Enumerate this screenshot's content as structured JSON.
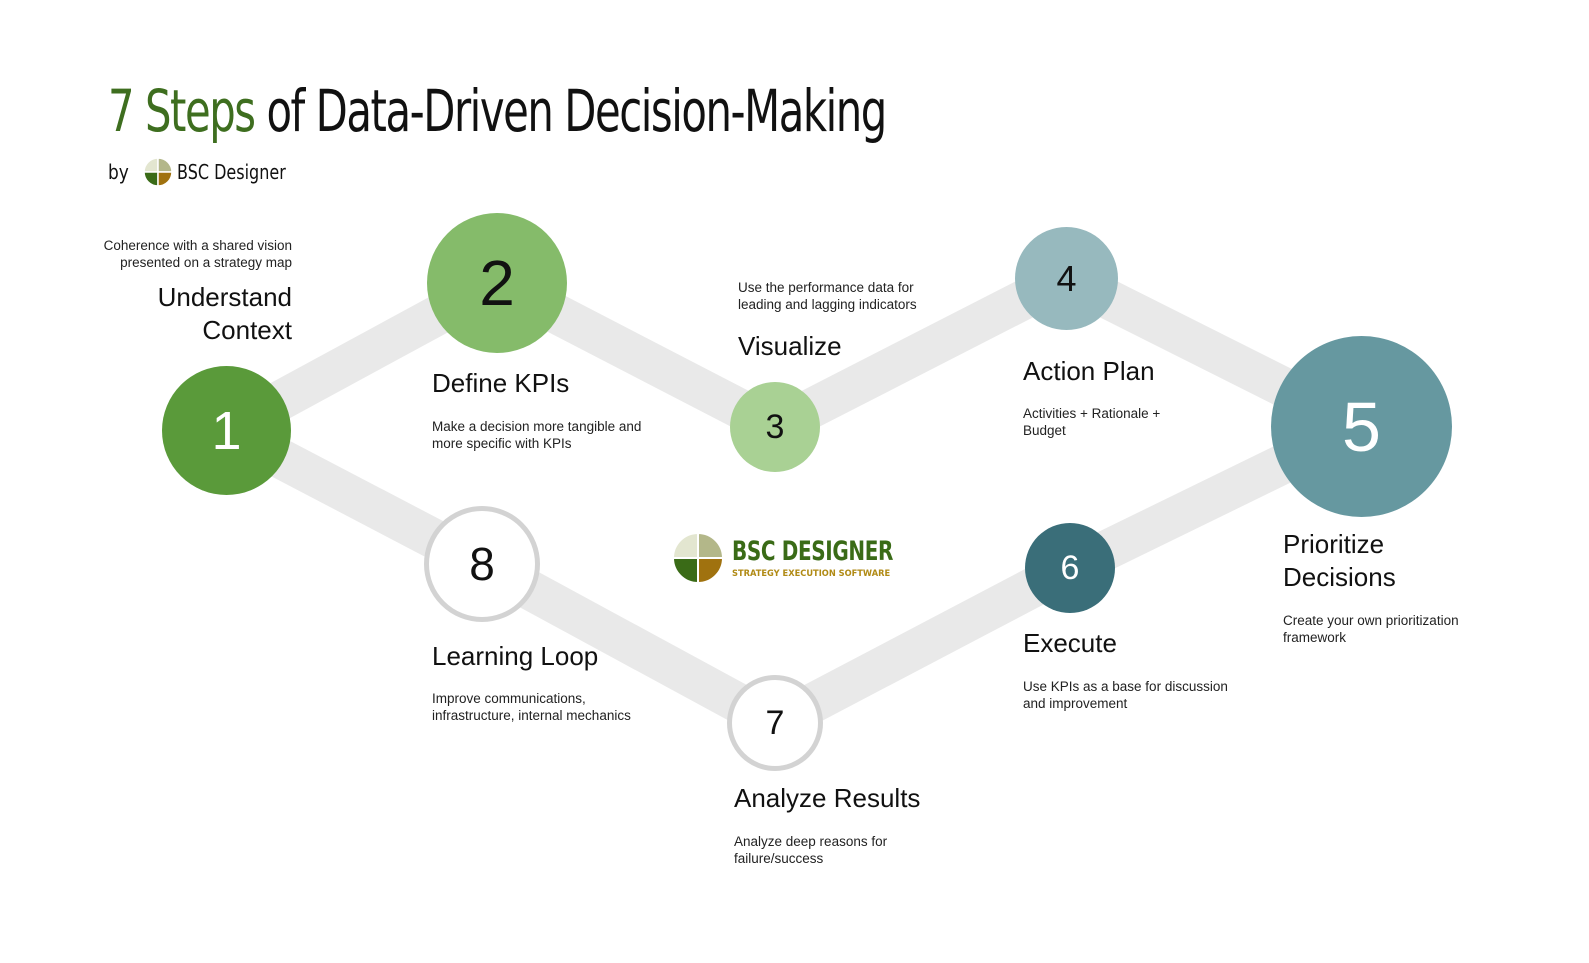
{
  "header": {
    "title_highlight": "7 Steps",
    "title_rest": " of Data-Driven Decision-Making",
    "by": "by",
    "brand": "BSC Designer"
  },
  "logo": {
    "name": "BSC DESIGNER",
    "tagline": "STRATEGY EXECUTION SOFTWARE"
  },
  "steps": [
    {
      "number": "1",
      "title_lines": [
        "Understand",
        "Context"
      ],
      "description_lines": [
        "Coherence with a shared vision",
        "presented on a strategy map"
      ]
    },
    {
      "number": "2",
      "title": "Define KPIs",
      "description_lines": [
        "Make a decision more tangible and",
        "more specific with KPIs"
      ]
    },
    {
      "number": "3",
      "title": "Visualize",
      "description_lines": [
        "Use the performance data for",
        "leading and lagging indicators"
      ]
    },
    {
      "number": "4",
      "title": "Action Plan",
      "description_lines": [
        "Activities + Rationale +",
        "Budget"
      ]
    },
    {
      "number": "5",
      "title_lines": [
        "Prioritize",
        "Decisions"
      ],
      "description_lines": [
        "Create your own prioritization",
        "framework"
      ]
    },
    {
      "number": "6",
      "title": "Execute",
      "description_lines": [
        "Use KPIs as a base for discussion",
        "and improvement"
      ]
    },
    {
      "number": "7",
      "title": "Analyze Results",
      "description_lines": [
        "Analyze deep reasons for",
        "failure/success"
      ]
    },
    {
      "number": "8",
      "title": "Learning Loop",
      "description_lines": [
        "Improve communications,",
        "infrastructure, internal mechanics"
      ]
    }
  ],
  "colors": {
    "title_highlight": "#3e6e1f",
    "connector": "#e9e9e9",
    "step1": "#5a9a3a",
    "step2": "#85bb6a",
    "step3": "#a9d194",
    "step4": "#97b9be",
    "step5": "#6698a0",
    "step6": "#3a6e79",
    "step7_ring": "#d3d3d3",
    "step8_ring": "#d3d3d3",
    "logo_text": "#3a6b17",
    "logo_tagline": "#b08a14"
  }
}
